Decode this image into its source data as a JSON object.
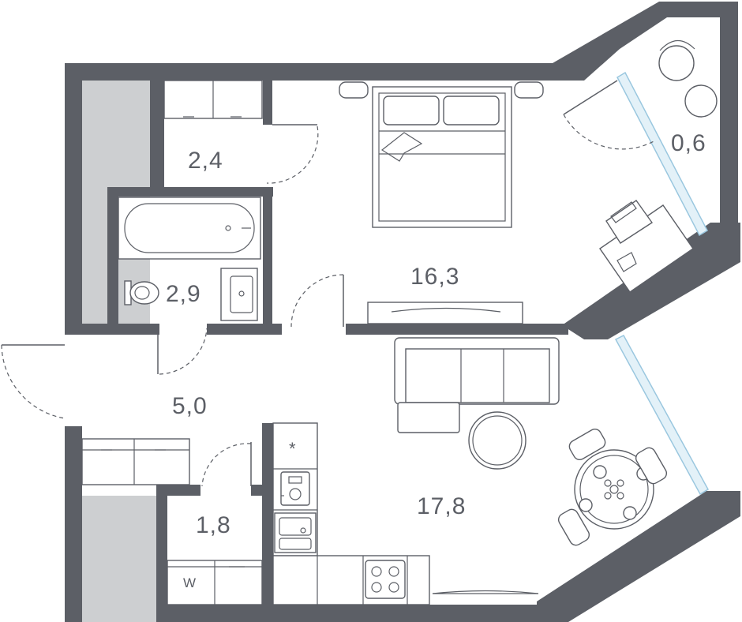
{
  "rooms": {
    "storage": {
      "area": "2,4"
    },
    "bathroom": {
      "area": "2,9"
    },
    "bedroom": {
      "area": "16,3"
    },
    "balcony": {
      "area": "0,6"
    },
    "hallway": {
      "area": "5,0"
    },
    "laundry": {
      "area": "1,8"
    },
    "living_kitchen": {
      "area": "17,8"
    }
  },
  "appliances": {
    "washer_mark": "W",
    "fridge_mark": "*"
  },
  "colors": {
    "wall": "#5c5f66",
    "shaft": "#cdcfd1",
    "glass": "#9ac7df"
  }
}
